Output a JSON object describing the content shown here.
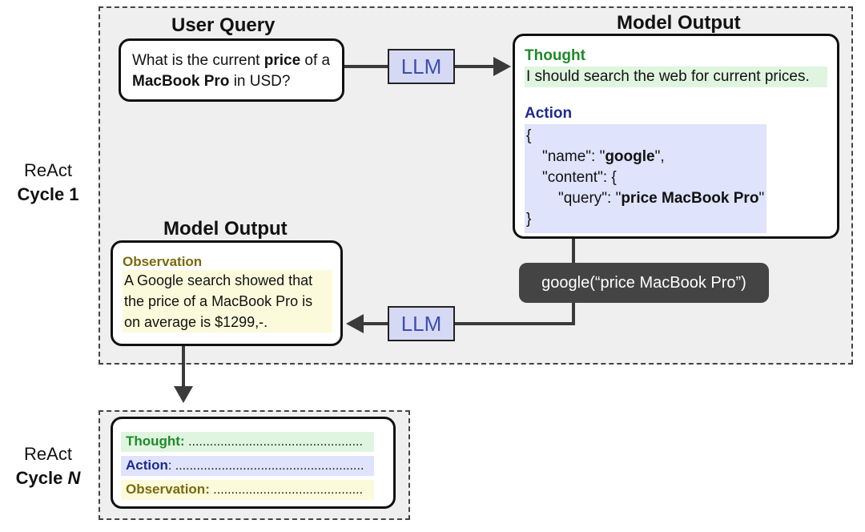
{
  "cycle1": {
    "label_top": "ReAct",
    "label_bottom": "Cycle 1"
  },
  "cycleN": {
    "label_top": "ReAct",
    "label_bottom": "Cycle ",
    "label_n": "N",
    "thought_label": "Thought:",
    "thought_dots": " .................................................",
    "action_label": "Action",
    "action_colon": ":",
    "action_dots": " .....................................................",
    "observation_label": "Observation:",
    "observation_dots": " .........................................."
  },
  "user_query": {
    "heading": "User Query",
    "text_1": "What is the current ",
    "bold_1": "price",
    "text_2": " of a",
    "bold_2": "MacBook Pro",
    "text_3": " in USD?"
  },
  "llm_top": "LLM",
  "llm_bottom": "LLM",
  "model_output_top": {
    "heading": "Model Output",
    "thought_title": "Thought",
    "thought_text": "I should search the web for current prices.",
    "action_title": "Action",
    "code": {
      "open": "{",
      "name_key": "\"name\": \"",
      "name_val": "google",
      "name_end": "\",",
      "content_line": "\"content\": {",
      "query_key": "\"query\": \"",
      "query_val": "price MacBook Pro",
      "query_end": "\"",
      "close": "}"
    }
  },
  "tool_call": "google(“price MacBook Pro”)",
  "model_output_bottom": {
    "heading": "Model Output",
    "observation_title": "Observation",
    "lines": [
      "A Google search showed that",
      "the price of a MacBook Pro is",
      "on average is $1299,-."
    ]
  }
}
